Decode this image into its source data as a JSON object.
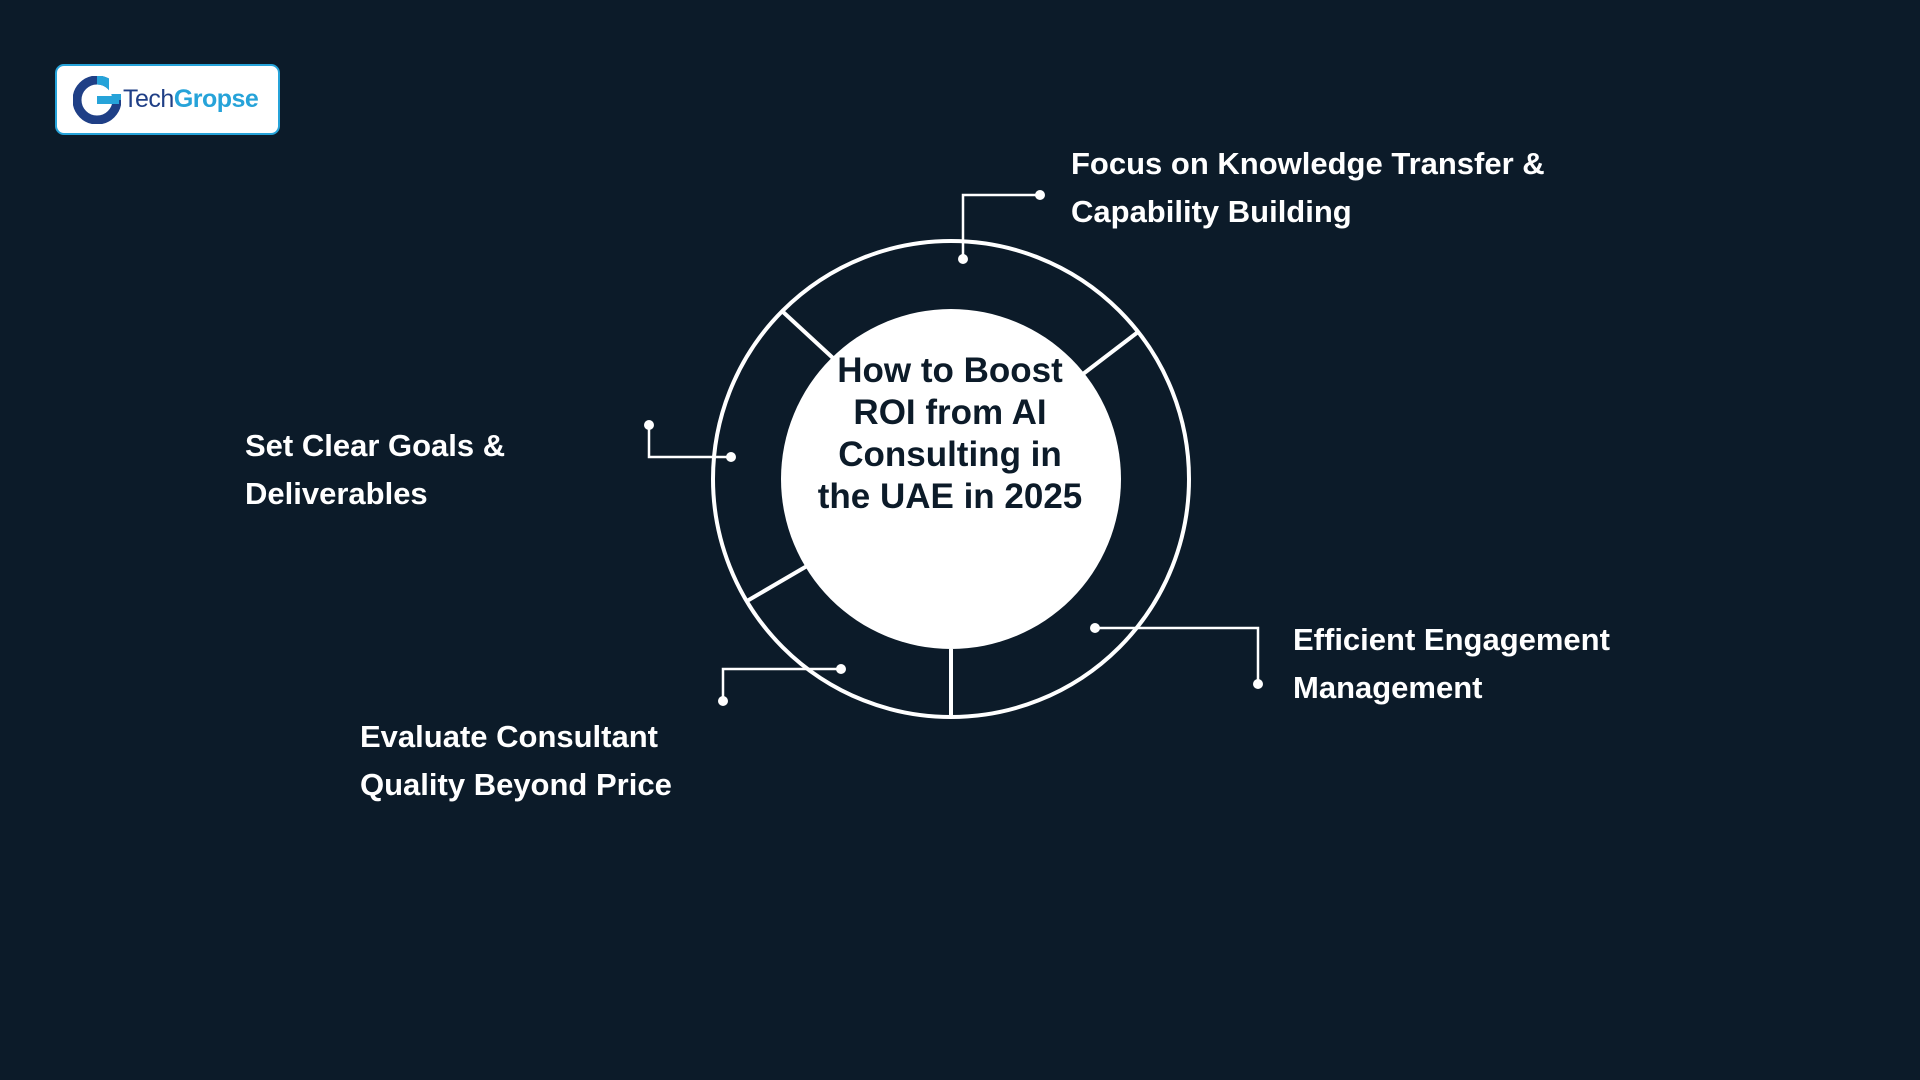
{
  "brand": {
    "name_part1": "Tech",
    "name_part2": "Gropse",
    "colors": {
      "navy": "#1f3f86",
      "accent": "#26a3d9"
    }
  },
  "diagram": {
    "center_title": "How to Boost ROI from AI Consulting in the UAE in 2025",
    "items": [
      "Focus on Knowledge Transfer & Capability Building",
      "Set Clear Goals & Deliverables",
      "Efficient Engagement Management",
      "Evaluate Consultant Quality Beyond Price"
    ]
  },
  "colors": {
    "background": "#0c1b29",
    "foreground": "#ffffff"
  }
}
